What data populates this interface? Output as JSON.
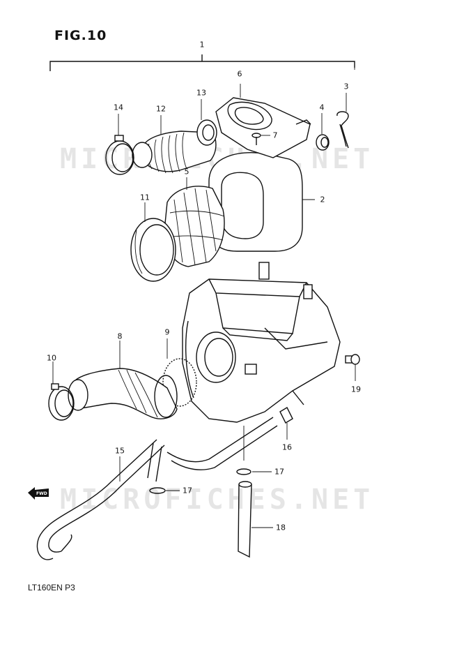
{
  "figure": {
    "title": "FIG.10",
    "code": "LT160EN P3"
  },
  "watermark": "MICROFICHES.NET",
  "fwd_arrow": "FWD",
  "callouts": [
    {
      "id": "1",
      "label": "1"
    },
    {
      "id": "2",
      "label": "2"
    },
    {
      "id": "3",
      "label": "3"
    },
    {
      "id": "4",
      "label": "4"
    },
    {
      "id": "5",
      "label": "5"
    },
    {
      "id": "6",
      "label": "6"
    },
    {
      "id": "7",
      "label": "7"
    },
    {
      "id": "8",
      "label": "8"
    },
    {
      "id": "9",
      "label": "9"
    },
    {
      "id": "10",
      "label": "10"
    },
    {
      "id": "11",
      "label": "11"
    },
    {
      "id": "12",
      "label": "12"
    },
    {
      "id": "13",
      "label": "13"
    },
    {
      "id": "14",
      "label": "14"
    },
    {
      "id": "15",
      "label": "15"
    },
    {
      "id": "16",
      "label": "16"
    },
    {
      "id": "17a",
      "label": "17"
    },
    {
      "id": "17b",
      "label": "17"
    },
    {
      "id": "18",
      "label": "18"
    },
    {
      "id": "19",
      "label": "19"
    }
  ]
}
